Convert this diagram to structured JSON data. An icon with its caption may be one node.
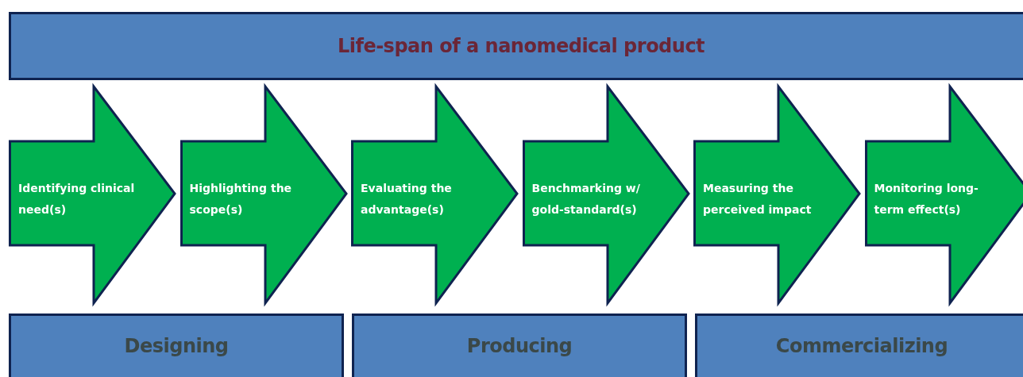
{
  "diagram": {
    "nodes": [
      {
        "text": [
          "Life-span of a nanomedical product"
        ]
      },
      {
        "text": [
          "Identifying clinical need(s)"
        ]
      },
      {
        "text": [
          "Highlighting the scope(s)"
        ]
      },
      {
        "text": [
          "Evaluating the advantage(s)"
        ]
      },
      {
        "text": [
          "Benchmarking w/ gold-standard(s)"
        ]
      },
      {
        "text": [
          "Measuring the perceived impact"
        ]
      },
      {
        "text": [
          "Monitoring long-term effect(s)"
        ]
      },
      {
        "text": [
          "Designing"
        ]
      },
      {
        "text": [
          "Producing"
        ]
      },
      {
        "text": [
          "Commercializing"
        ]
      }
    ]
  }
}
